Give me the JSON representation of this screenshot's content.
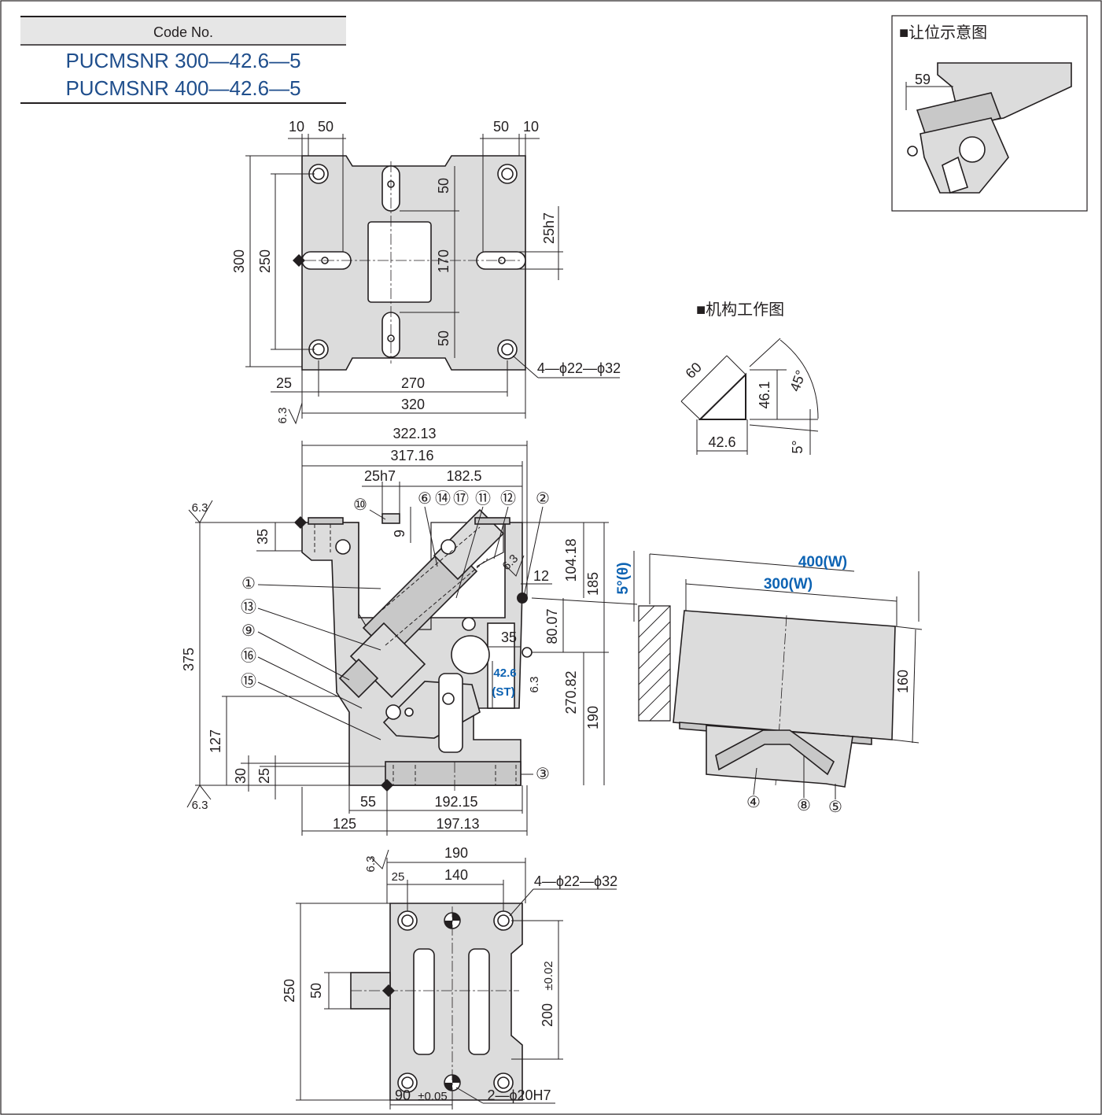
{
  "code_table": {
    "header": "Code No.",
    "codes": [
      "PUCMSNR 300—42.6—5",
      "PUCMSNR 400—42.6—5"
    ]
  },
  "clearance_title": "■让位示意图",
  "clearance_dim": "59",
  "mechanism_title": "■机构工作图",
  "mechanism_dims": {
    "d60": "60",
    "d42_6": "42.6",
    "d46_1": "46.1",
    "d45": "45°",
    "d5": "5°"
  },
  "top_view_dims": {
    "d10a": "10",
    "d50a": "50",
    "d50b": "50",
    "d10b": "10",
    "d300": "300",
    "d250": "250",
    "d50c": "50",
    "d170": "170",
    "d50d": "50",
    "d25h7": "25h7",
    "holes": "4—ϕ22—ϕ32",
    "d25": "25",
    "d270": "270",
    "d320": "320",
    "rough": "6.3"
  },
  "front_view_dims": {
    "d322": "322.13",
    "d317": "317.16",
    "d25h7": "25h7",
    "d182": "182.5",
    "d35a": "35",
    "d9": "9",
    "d104": "104.18",
    "d185": "185",
    "d12": "12",
    "d80": "80.07",
    "d35b": "35",
    "d42_6": "42.6",
    "st": "(ST)",
    "d270": "270.82",
    "d190": "190",
    "d375": "375",
    "d127": "127",
    "d30": "30",
    "d25": "25",
    "d55": "55",
    "d192": "192.15",
    "d125": "125",
    "d197": "197.13",
    "rough": "6.3",
    "angle": "5°(θ)"
  },
  "balloons": [
    "①",
    "②",
    "③",
    "④",
    "⑤",
    "⑥",
    "⑧",
    "⑨",
    "⑩",
    "⑪",
    "⑫",
    "⑬",
    "⑭",
    "⑮",
    "⑯",
    "⑰"
  ],
  "side_view_dims": {
    "w400": "400(W)",
    "w300": "300(W)",
    "d160": "160"
  },
  "bottom_view_dims": {
    "d190": "190",
    "d25": "25",
    "d140": "140",
    "holes": "4—ϕ22—ϕ32",
    "d250": "250",
    "d50": "50",
    "d200": "200",
    "tol200": "±0.02",
    "d90": "90",
    "tol90": "±0.05",
    "pins": "2—ϕ20H7",
    "rough": "6.3"
  }
}
